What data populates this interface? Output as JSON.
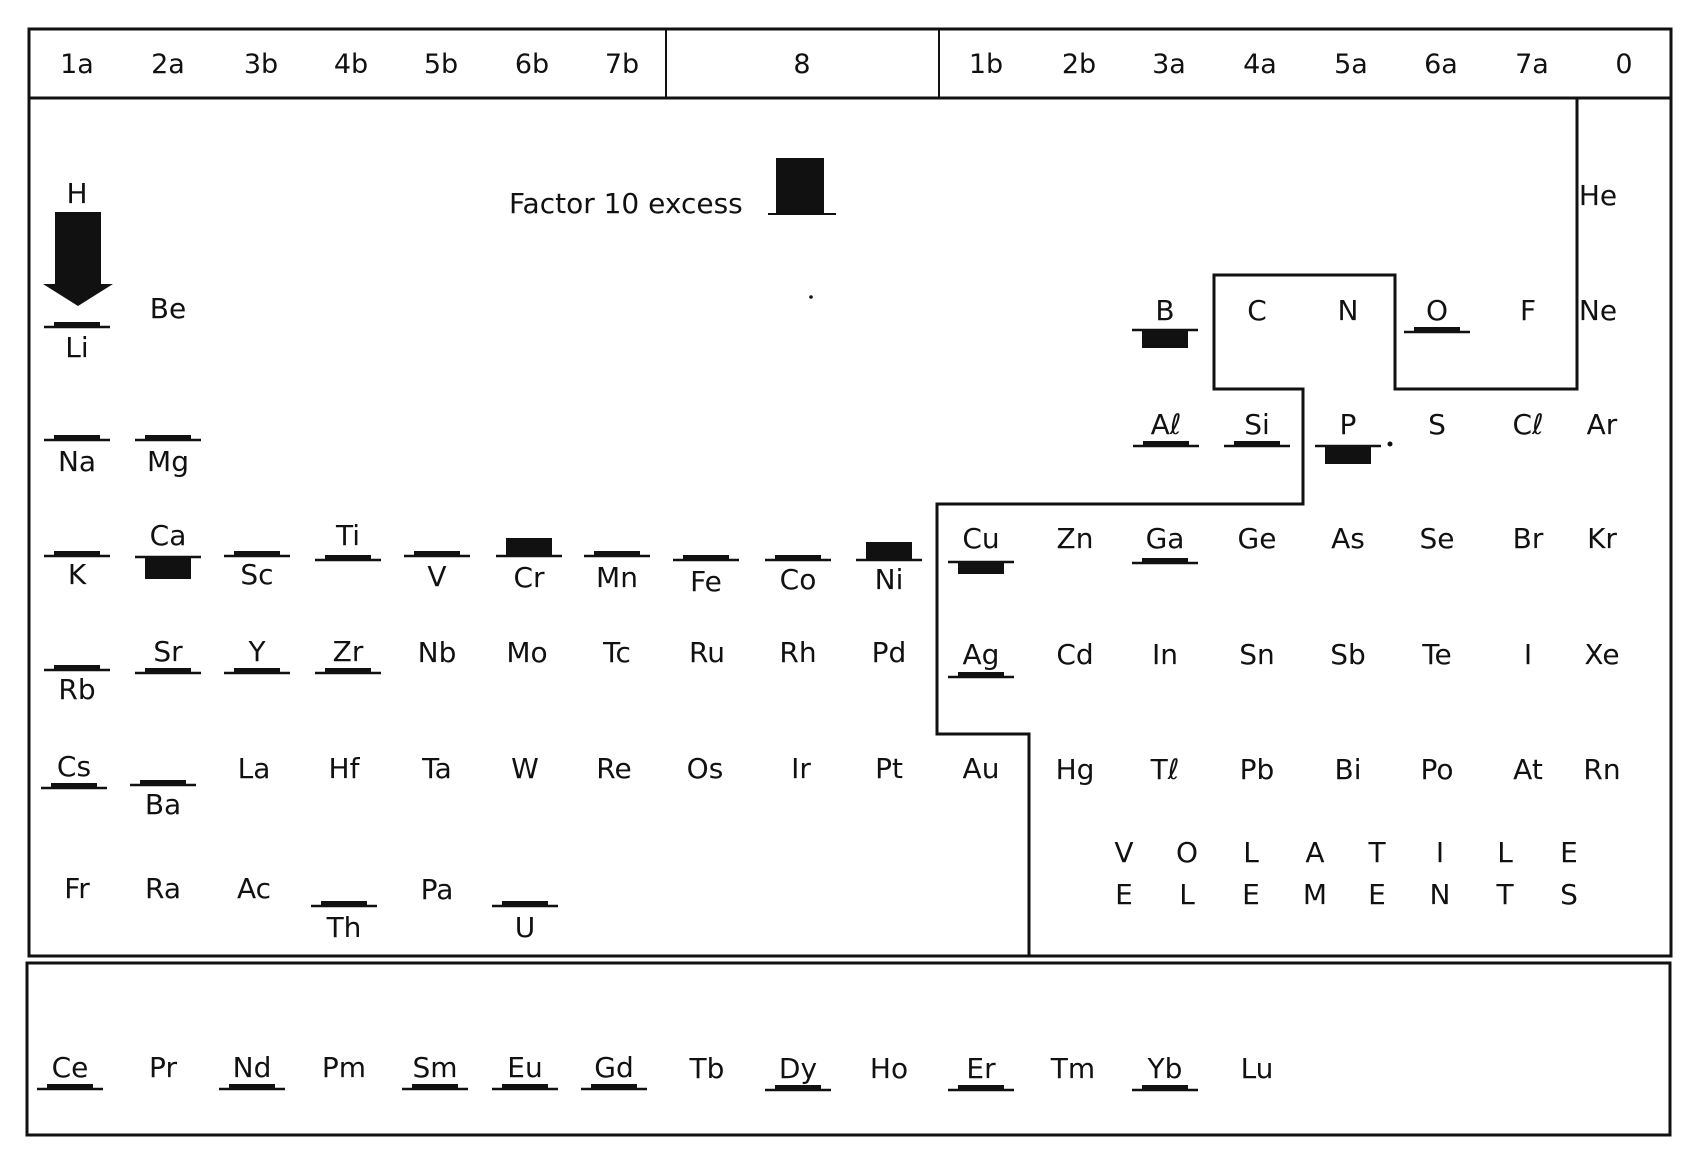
{
  "groups": [
    "1a",
    "2a",
    "3b",
    "4b",
    "5b",
    "6b",
    "7b",
    "8",
    "1b",
    "2b",
    "3a",
    "4a",
    "5a",
    "6a",
    "7a",
    "0"
  ],
  "legend": {
    "label": "Factor 10 excess"
  },
  "volatile_row1": [
    "V",
    "O",
    "L",
    "A",
    "T",
    "I",
    "L",
    "E"
  ],
  "volatile_row2": [
    "E",
    "L",
    "E",
    "M",
    "E",
    "N",
    "T",
    "S"
  ],
  "elements": [
    {
      "sym": "H",
      "excess": "arrow"
    },
    {
      "sym": "Li",
      "excess": "thin"
    },
    {
      "sym": "Be",
      "excess": "none"
    },
    {
      "sym": "Na",
      "excess": "thin"
    },
    {
      "sym": "Mg",
      "excess": "thin"
    },
    {
      "sym": "K",
      "excess": "thin"
    },
    {
      "sym": "Ca",
      "excess": "large"
    },
    {
      "sym": "Sc",
      "excess": "thin"
    },
    {
      "sym": "Ti",
      "excess": "thin"
    },
    {
      "sym": "V",
      "excess": "thin"
    },
    {
      "sym": "Cr",
      "excess": "medium"
    },
    {
      "sym": "Mn",
      "excess": "thin"
    },
    {
      "sym": "Fe",
      "excess": "thin"
    },
    {
      "sym": "Co",
      "excess": "thin"
    },
    {
      "sym": "Ni",
      "excess": "medium"
    },
    {
      "sym": "Cu",
      "excess": "small"
    },
    {
      "sym": "Zn",
      "excess": "none"
    },
    {
      "sym": "Ga",
      "excess": "thin"
    },
    {
      "sym": "Ge",
      "excess": "none"
    },
    {
      "sym": "As",
      "excess": "none"
    },
    {
      "sym": "Se",
      "excess": "none"
    },
    {
      "sym": "Br",
      "excess": "none"
    },
    {
      "sym": "Kr",
      "excess": "none"
    },
    {
      "sym": "Rb",
      "excess": "thin"
    },
    {
      "sym": "Sr",
      "excess": "thin"
    },
    {
      "sym": "Y",
      "excess": "thin"
    },
    {
      "sym": "Zr",
      "excess": "thin"
    },
    {
      "sym": "Nb",
      "excess": "none"
    },
    {
      "sym": "Mo",
      "excess": "none"
    },
    {
      "sym": "Tc",
      "excess": "none"
    },
    {
      "sym": "Ru",
      "excess": "none"
    },
    {
      "sym": "Rh",
      "excess": "none"
    },
    {
      "sym": "Pd",
      "excess": "none"
    },
    {
      "sym": "Ag",
      "excess": "thin"
    },
    {
      "sym": "Cd",
      "excess": "none"
    },
    {
      "sym": "In",
      "excess": "none"
    },
    {
      "sym": "Sn",
      "excess": "none"
    },
    {
      "sym": "Sb",
      "excess": "none"
    },
    {
      "sym": "Te",
      "excess": "none"
    },
    {
      "sym": "I",
      "excess": "none"
    },
    {
      "sym": "Xe",
      "excess": "none"
    },
    {
      "sym": "Cs",
      "excess": "thin"
    },
    {
      "sym": "Ba",
      "excess": "thin"
    },
    {
      "sym": "La",
      "excess": "none"
    },
    {
      "sym": "Hf",
      "excess": "none"
    },
    {
      "sym": "Ta",
      "excess": "none"
    },
    {
      "sym": "W",
      "excess": "none"
    },
    {
      "sym": "Re",
      "excess": "none"
    },
    {
      "sym": "Os",
      "excess": "none"
    },
    {
      "sym": "Ir",
      "excess": "none"
    },
    {
      "sym": "Pt",
      "excess": "none"
    },
    {
      "sym": "Au",
      "excess": "none"
    },
    {
      "sym": "Hg",
      "excess": "none"
    },
    {
      "sym": "Tℓ",
      "excess": "none"
    },
    {
      "sym": "Pb",
      "excess": "none"
    },
    {
      "sym": "Bi",
      "excess": "none"
    },
    {
      "sym": "Po",
      "excess": "none"
    },
    {
      "sym": "At",
      "excess": "none"
    },
    {
      "sym": "Rn",
      "excess": "none"
    },
    {
      "sym": "Fr",
      "excess": "none"
    },
    {
      "sym": "Ra",
      "excess": "none"
    },
    {
      "sym": "Ac",
      "excess": "none"
    },
    {
      "sym": "Th",
      "excess": "thin"
    },
    {
      "sym": "Pa",
      "excess": "none"
    },
    {
      "sym": "U",
      "excess": "thin"
    },
    {
      "sym": "B",
      "excess": "medium"
    },
    {
      "sym": "C",
      "excess": "none"
    },
    {
      "sym": "N",
      "excess": "none"
    },
    {
      "sym": "O",
      "excess": "thin"
    },
    {
      "sym": "F",
      "excess": "none"
    },
    {
      "sym": "Ne",
      "excess": "none"
    },
    {
      "sym": "He",
      "excess": "none"
    },
    {
      "sym": "Aℓ",
      "excess": "thin"
    },
    {
      "sym": "Si",
      "excess": "thin"
    },
    {
      "sym": "P",
      "excess": "medium"
    },
    {
      "sym": "S",
      "excess": "none"
    },
    {
      "sym": "Cℓ",
      "excess": "none"
    },
    {
      "sym": "Ar",
      "excess": "none"
    },
    {
      "sym": "Ce",
      "excess": "thin"
    },
    {
      "sym": "Pr",
      "excess": "none"
    },
    {
      "sym": "Nd",
      "excess": "thin"
    },
    {
      "sym": "Pm",
      "excess": "none"
    },
    {
      "sym": "Sm",
      "excess": "thin"
    },
    {
      "sym": "Eu",
      "excess": "thin"
    },
    {
      "sym": "Gd",
      "excess": "thin"
    },
    {
      "sym": "Tb",
      "excess": "none"
    },
    {
      "sym": "Dy",
      "excess": "thin"
    },
    {
      "sym": "Ho",
      "excess": "none"
    },
    {
      "sym": "Er",
      "excess": "thin"
    },
    {
      "sym": "Tm",
      "excess": "none"
    },
    {
      "sym": "Yb",
      "excess": "thin"
    },
    {
      "sym": "Lu",
      "excess": "none"
    }
  ]
}
